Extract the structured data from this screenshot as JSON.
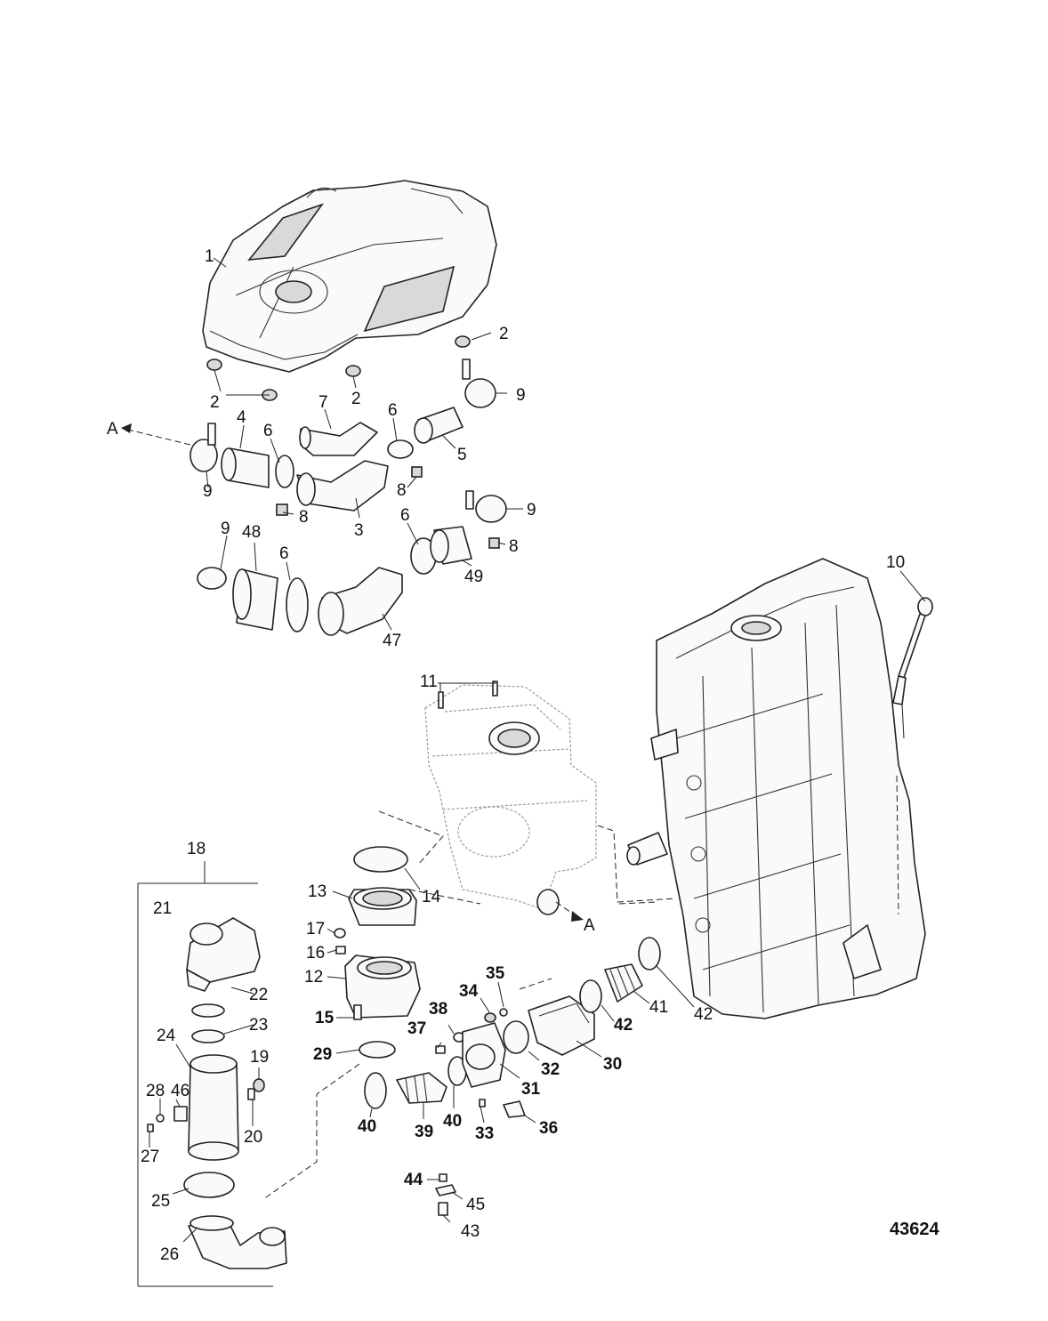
{
  "figure_number": "43624",
  "callouts": [
    "1",
    "2",
    "2",
    "2",
    "2",
    "3",
    "4",
    "5",
    "6",
    "6",
    "6",
    "6",
    "7",
    "8",
    "8",
    "8",
    "9",
    "9",
    "9",
    "9",
    "10",
    "11",
    "12",
    "13",
    "14",
    "15",
    "16",
    "17",
    "18",
    "19",
    "20",
    "21",
    "22",
    "23",
    "24",
    "25",
    "26",
    "27",
    "28",
    "29",
    "30",
    "31",
    "32",
    "33",
    "34",
    "35",
    "36",
    "37",
    "38",
    "39",
    "40",
    "40",
    "41",
    "42",
    "42",
    "43",
    "44",
    "45",
    "46",
    "47",
    "48",
    "49",
    "A",
    "A"
  ],
  "colors": {
    "line": "#222222",
    "ghost": "#9a9a9a",
    "background": "#ffffff"
  }
}
